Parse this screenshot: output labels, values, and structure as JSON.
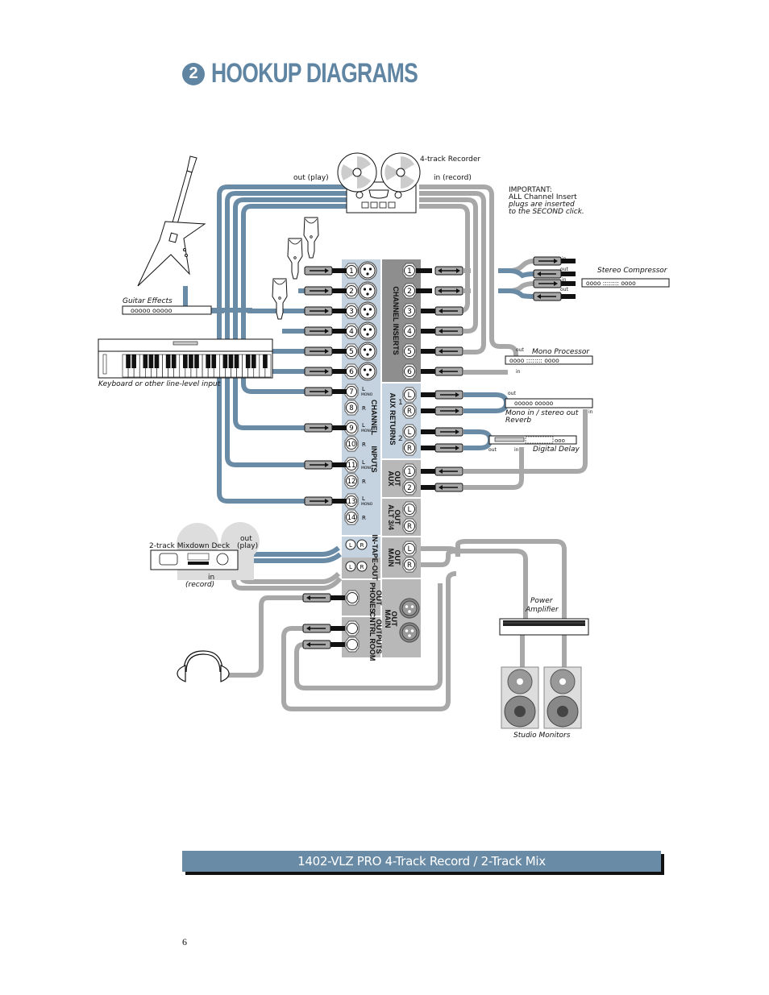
{
  "header": {
    "section_number": "2",
    "title": "HOOKUP DIAGRAMS"
  },
  "colors": {
    "accent_blue": "#6a8ba6",
    "cable_blue": "#6a8ba6",
    "cable_gray": "#a8a8a8",
    "panel_light": "#c5d3e0",
    "panel_dark": "#8e8e8e",
    "panel_mid": "#b8b8b8"
  },
  "devices": {
    "four_track": {
      "label": "4-track Recorder",
      "out_label": "out (play)",
      "in_label": "in (record)"
    },
    "note": [
      "IMPORTANT:",
      "ALL Channel Insert",
      "plugs are inserted",
      "to the SECOND click."
    ],
    "stereo_compressor": {
      "label": "Stereo Compressor",
      "ports": [
        "in",
        "out",
        "in",
        "out"
      ]
    },
    "mono_processor": {
      "label": "Mono Processor",
      "out_label": "out",
      "in_label": "in"
    },
    "reverb": {
      "label_line1": "Mono in / stereo out",
      "label_line2": "Reverb",
      "out_label": "out",
      "in_label": "in"
    },
    "digital_delay": {
      "label": "Digital Delay",
      "out_label": "out",
      "in_label": "in"
    },
    "guitar_effects": {
      "label": "Guitar Effects"
    },
    "keyboard": {
      "label": "Keyboard or other line-level input"
    },
    "mixdown_deck": {
      "label": "2-track Mixdown Deck",
      "out_label_1": "out",
      "out_label_2": "(play)",
      "in_label_1": "in",
      "in_label_2": "(record)"
    },
    "power_amp": {
      "label_line1": "Power",
      "label_line2": "Amplifier"
    },
    "monitors": {
      "label": "Studio Monitors"
    }
  },
  "mixer": {
    "mic_inputs": [
      "1",
      "2",
      "3",
      "4",
      "5",
      "6"
    ],
    "channel_inserts": {
      "label": "CHANNEL INSERTS",
      "jacks": [
        "1",
        "2",
        "3",
        "4",
        "5",
        "6"
      ]
    },
    "channel_inputs": {
      "label_1": "CHANNEL",
      "label_2": "INPUTS",
      "jacks": [
        {
          "num": "7",
          "side": "L",
          "mono": "MONO"
        },
        {
          "num": "8",
          "side": "R",
          "mono": ""
        },
        {
          "num": "9",
          "side": "L",
          "mono": "MONO"
        },
        {
          "num": "10",
          "side": "R",
          "mono": ""
        },
        {
          "num": "11",
          "side": "L",
          "mono": "MONO"
        },
        {
          "num": "12",
          "side": "R",
          "mono": ""
        },
        {
          "num": "13",
          "side": "L",
          "mono": "MONO"
        },
        {
          "num": "14",
          "side": "R",
          "mono": ""
        }
      ]
    },
    "aux_returns": {
      "label": "AUX RETURNS",
      "groups": [
        {
          "num": "1",
          "jacks": [
            "L",
            "R"
          ]
        },
        {
          "num": "2",
          "jacks": [
            "L",
            "R"
          ]
        }
      ]
    },
    "aux_out": {
      "label_1": "AUX",
      "label_2": "OUT",
      "jacks": [
        "1",
        "2"
      ]
    },
    "alt_out": {
      "label_1": "ALT 3/4",
      "label_2": "OUT",
      "jacks": [
        "L",
        "R"
      ]
    },
    "tape": {
      "label": "IN-TAPE-OUT",
      "jacks": [
        "L",
        "R"
      ]
    },
    "main_out_trs": {
      "label_1": "MAIN",
      "label_2": "OUT",
      "jacks": [
        "L",
        "R"
      ]
    },
    "phones": {
      "label_1": "PHONES",
      "label_2": "OUT"
    },
    "ctrl_room": {
      "label_1": "CNTRL ROOM",
      "label_2": "OUTPUTS"
    },
    "main_out_xlr": {
      "label_1": "MAIN",
      "label_2": "OUT"
    }
  },
  "caption": "1402-VLZ PRO 4-Track Record / 2-Track Mix",
  "page_number": "6"
}
